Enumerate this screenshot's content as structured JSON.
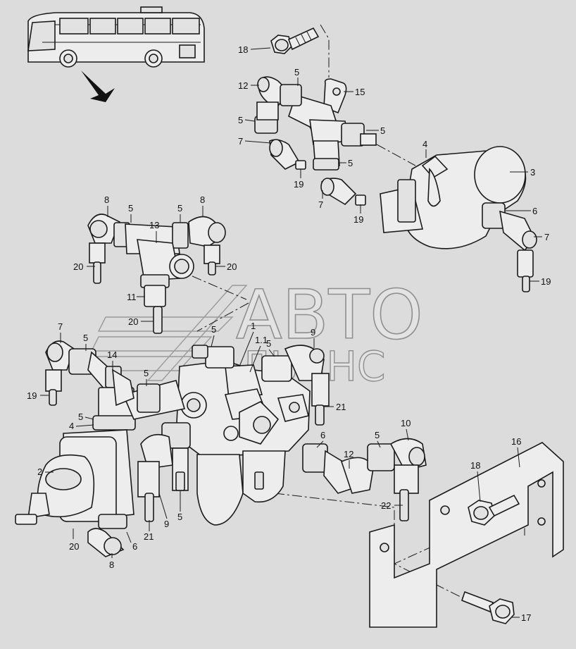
{
  "watermark": {
    "line1": "АВТО",
    "line2": "АЛЬЯНС"
  },
  "callouts": {
    "c18a": "18",
    "c12a": "12",
    "c5a": "5",
    "c15": "15",
    "c5b": "5",
    "c7a": "7",
    "c5c": "5",
    "c5d": "5",
    "c19a": "19",
    "c7b": "7",
    "c19b": "19",
    "c4a": "4",
    "c3": "3",
    "c6a": "6",
    "c7c": "7",
    "c19c": "19",
    "c8a": "8",
    "c5e": "5",
    "c13": "13",
    "c5f": "5",
    "c8b": "8",
    "c20a": "20",
    "c20b": "20",
    "c11": "11",
    "c20c": "20",
    "c7d": "7",
    "c5g": "5",
    "c14": "14",
    "c19d": "19",
    "c5h": "5",
    "c5i": "5",
    "c4b": "4",
    "c2": "2",
    "c20d": "20",
    "c8c": "8",
    "c6b": "6",
    "c21a": "21",
    "c9a": "9",
    "c5j": "5",
    "c5k": "5",
    "c1": "1",
    "c11b": "1.1",
    "c5l": "5",
    "c9b": "9",
    "c21b": "21",
    "c6c": "6",
    "c12b": "12",
    "c5m": "5",
    "c10": "10",
    "c22": "22",
    "c16": "16",
    "c18b": "18",
    "c17": "17"
  }
}
